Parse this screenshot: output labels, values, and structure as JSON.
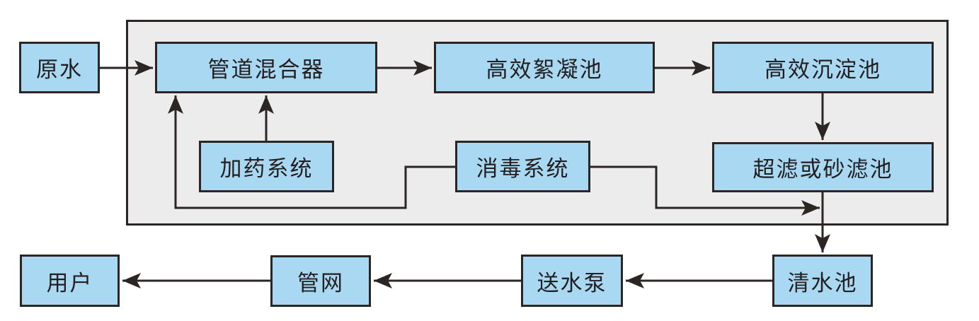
{
  "diagram": {
    "type": "flowchart",
    "colors": {
      "node_fill": "#a9d9f2",
      "node_border": "#2b2523",
      "panel_fill": "#edecec",
      "line": "#2b2523",
      "background": "#ffffff",
      "text": "#231f20"
    },
    "nodes": {
      "raw_water": {
        "label": "原水"
      },
      "pipe_mixer": {
        "label": "管道混合器"
      },
      "flocculation": {
        "label": "高效絮凝池"
      },
      "sedimentation": {
        "label": "高效沉淀池"
      },
      "dosing": {
        "label": "加药系统"
      },
      "disinfection": {
        "label": "消毒系统"
      },
      "filter": {
        "label": "超滤或砂滤池"
      },
      "clear_water": {
        "label": "清水池"
      },
      "pump": {
        "label": "送水泵"
      },
      "pipe_network": {
        "label": "管网"
      },
      "users": {
        "label": "用户"
      }
    },
    "edges": [
      {
        "from": "原水",
        "to": "管道混合器"
      },
      {
        "from": "管道混合器",
        "to": "高效絮凝池"
      },
      {
        "from": "高效絮凝池",
        "to": "高效沉淀池"
      },
      {
        "from": "高效沉淀池",
        "to": "超滤或砂滤池"
      },
      {
        "from": "加药系统",
        "to": "管道混合器"
      },
      {
        "from": "消毒系统",
        "to": "管道混合器"
      },
      {
        "from": "消毒系统",
        "to": "清水池"
      },
      {
        "from": "超滤或砂滤池",
        "to": "清水池"
      },
      {
        "from": "清水池",
        "to": "送水泵"
      },
      {
        "from": "送水泵",
        "to": "管网"
      },
      {
        "from": "管网",
        "to": "用户"
      }
    ]
  }
}
